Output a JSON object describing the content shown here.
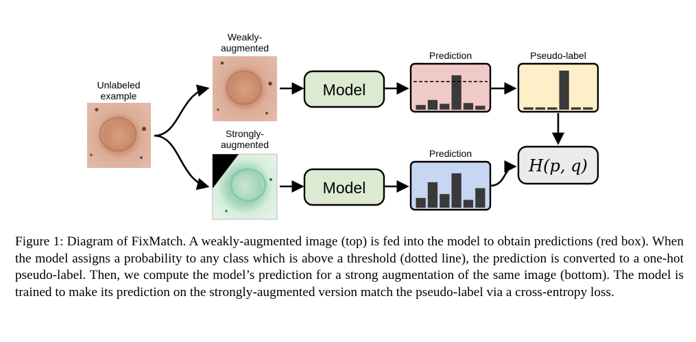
{
  "figure": {
    "unlabeled_label": [
      "Unlabeled",
      "example"
    ],
    "weak_label": [
      "Weakly-",
      "augmented"
    ],
    "strong_label": [
      "Strongly-",
      "augmented"
    ],
    "model_top": "Model",
    "model_bottom": "Model",
    "prediction_top_label": "Prediction",
    "prediction_bottom_label": "Prediction",
    "pseudo_label_label": "Pseudo-label",
    "loss_label": "H(p, q)",
    "prediction_top_values": [
      0.12,
      0.25,
      0.15,
      0.88,
      0.17,
      0.1
    ],
    "threshold": 0.72,
    "pseudo_label_values": [
      0.06,
      0.06,
      0.06,
      1.0,
      0.06,
      0.06
    ],
    "prediction_bottom_values": [
      0.25,
      0.65,
      0.35,
      0.88,
      0.2,
      0.5
    ],
    "colors": {
      "prediction_top_fill": "#f2c9c9",
      "pseudo_label_fill": "#fdf0c9",
      "prediction_bottom_fill": "#c6d6f3",
      "model_fill": "#dcead2",
      "loss_fill": "#ebebeb",
      "bar_fill": "#3a3a3a"
    }
  },
  "caption": "Figure 1: Diagram of FixMatch. A weakly-augmented image (top) is fed into the model to obtain predictions (red box). When the model assigns a probability to any class which is above a threshold (dotted line), the prediction is converted to a one-hot pseudo-label. Then, we compute the model’s prediction for a strong augmentation of the same image (bottom). The model is trained to make its prediction on the strongly-augmented version match the pseudo-label via a cross-entropy loss."
}
